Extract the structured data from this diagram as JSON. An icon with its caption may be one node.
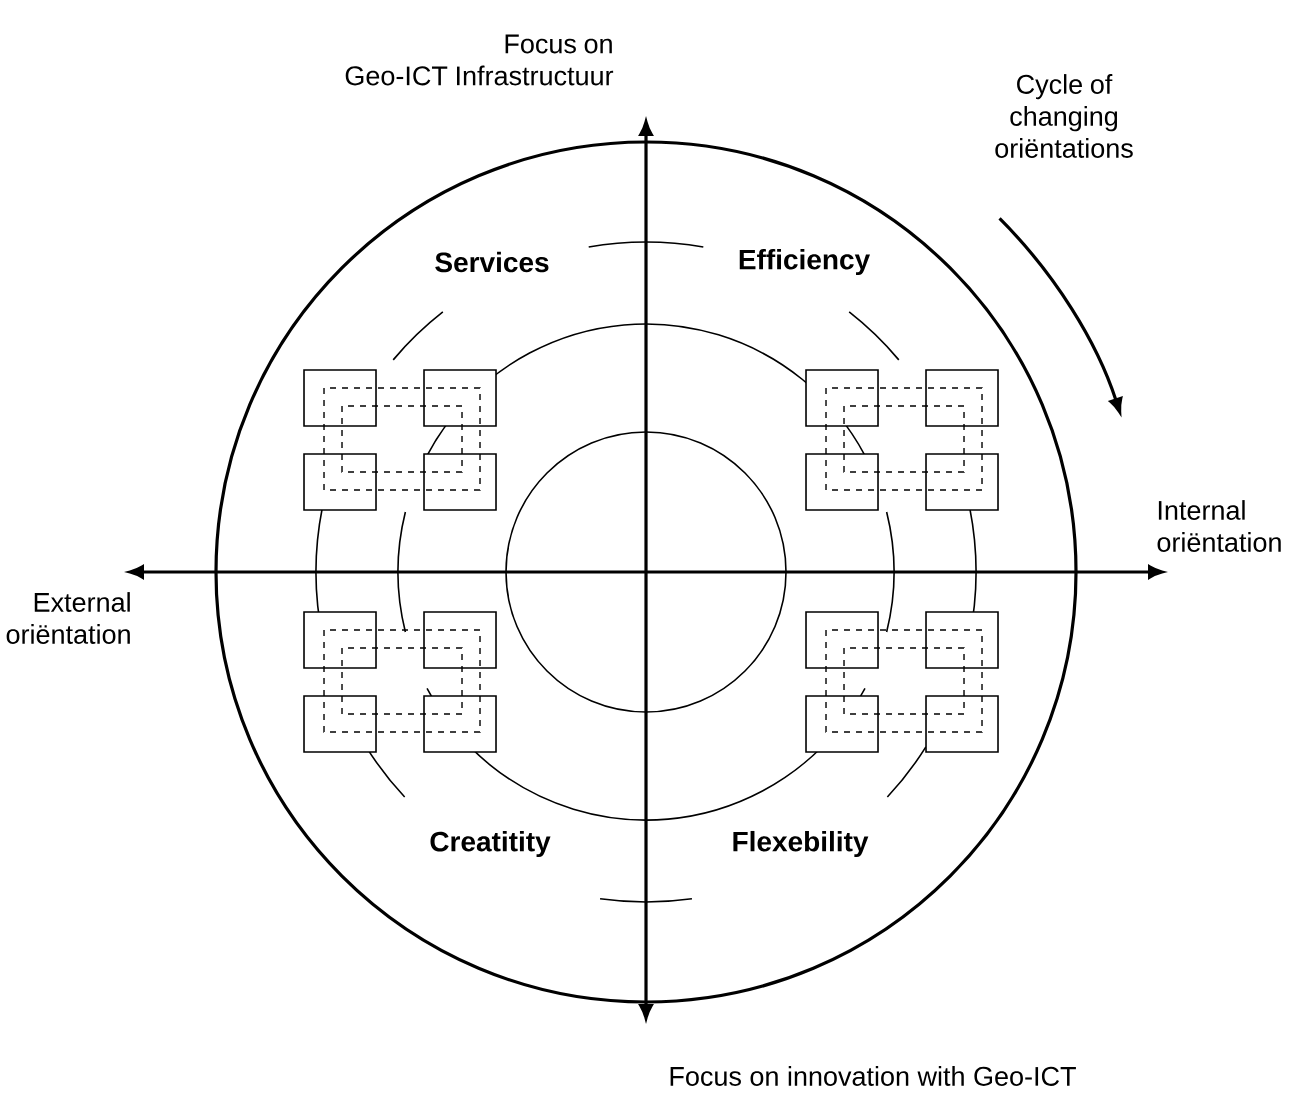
{
  "diagram": {
    "labels": [
      "Focus on Geo-ICT Infrastructuur",
      "Cycle of changing oriëntations",
      "Services",
      "Efficiency",
      "Internal oriëntation",
      "External oriëntation",
      "Creatitity",
      "Flexebility",
      "Focus on innovation with Geo-ICT"
    ]
  }
}
